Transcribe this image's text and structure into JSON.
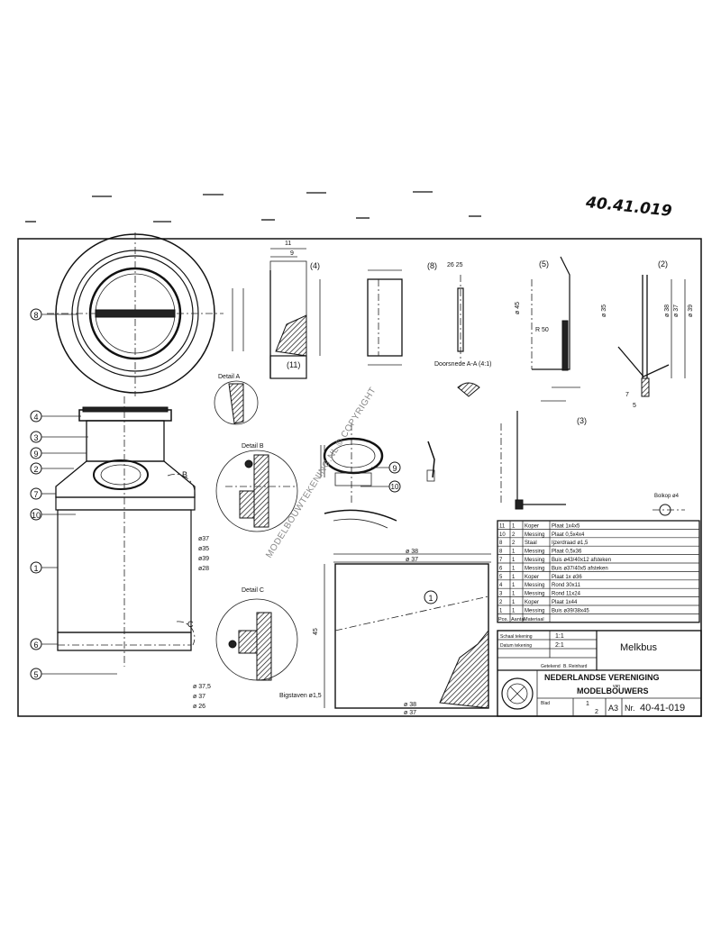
{
  "drawing_number_handwritten": "40.41.019",
  "callouts": [
    "1",
    "2",
    "3",
    "4",
    "5",
    "6",
    "7",
    "8",
    "9",
    "10",
    "11"
  ],
  "detail_labels": {
    "detail_a": "Detail A",
    "detail_b": "Detail B",
    "detail_c": "Detail C",
    "section_b": "B",
    "section_aa": "Doorsnede A-A (4:1)",
    "bigstaven": "Bigstaven ø1,5",
    "bolkop": "Bolkop ø4"
  },
  "dimensions": {
    "lid_width": "11",
    "lid_inner": "9",
    "part8": "26 25",
    "part5_r": "R 50",
    "part5_d": "ø 45",
    "part2_d1": "ø 38",
    "part2_d2": "ø 37",
    "part2_d3": "ø 39",
    "part2_d4": "ø 35",
    "small_7": "7",
    "small_5": "5",
    "body_38": "ø 38",
    "body_37": "ø 37",
    "body_45": "45",
    "left_37": "ø37",
    "left_35": "ø35",
    "left_39": "ø39",
    "left_28": "ø28",
    "bot_375": "ø 37,5",
    "bot_37": "ø 37",
    "bot_26": "ø 26",
    "body_bottom_38": "ø 38",
    "body_bottom_37": "ø 37",
    "mid_10": "10",
    "mid_8": "8"
  },
  "watermark": "MODELBOUWTEKENING.NL © COPYRIGHT",
  "parts_list": {
    "header": [
      "Pos.",
      "Aantal",
      "Materiaal"
    ],
    "rows": [
      [
        "11",
        "1",
        "Koper",
        "Plaat 1x4x5"
      ],
      [
        "10",
        "2",
        "Messing",
        "Plaat 0,5x4x4"
      ],
      [
        "8",
        "2",
        "Staal",
        "Ijzerdraad ø1,5"
      ],
      [
        "8",
        "1",
        "Messing",
        "Plaat 0,5x36"
      ],
      [
        "7",
        "1",
        "Messing",
        "Buis ø43/40x12 afsteken"
      ],
      [
        "6",
        "1",
        "Messing",
        "Buis ø37/40x5 afsteken"
      ],
      [
        "5",
        "1",
        "Koper",
        "Plaat 1x ø36"
      ],
      [
        "4",
        "1",
        "Messing",
        "Rond 30x11"
      ],
      [
        "3",
        "1",
        "Messing",
        "Rond 11x24"
      ],
      [
        "2",
        "1",
        "Koper",
        "Plaat 1x44"
      ],
      [
        "1",
        "1",
        "Messing",
        "Buis ø39/38x45"
      ]
    ]
  },
  "title_block": {
    "scale_label": "Schaal tekening",
    "scale_value": "1:1",
    "date_label": "Datum tekening",
    "date_value": "2:1",
    "title": "Melkbus",
    "org_line1": "NEDERLANDSE VERENIGING",
    "org_small": "van",
    "org_line2": "MODELBOUWERS",
    "drawer_label": "Getekend",
    "drawer_value": "B. Reinhard",
    "size": "A3",
    "number_label": "Nr.",
    "number": "40-41-019",
    "sheet_label": "Blad",
    "sheet_value": "1",
    "of_value": "2"
  }
}
